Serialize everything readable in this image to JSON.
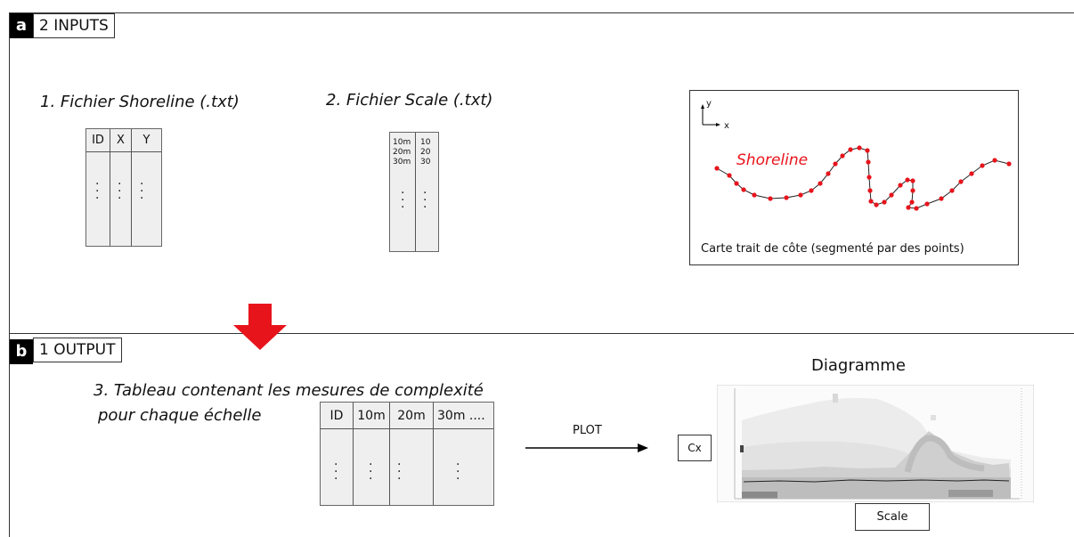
{
  "panel_a": {
    "badge": "a",
    "title": "2 INPUTS",
    "file1_label": "1. Fichier Shoreline (.txt)",
    "file1_headers": [
      "ID",
      "X",
      "Y"
    ],
    "file2_label": "2. Fichier Scale (.txt)",
    "file2_col1": "10m\n20m\n30m",
    "file2_col2": "10\n20\n30",
    "map_y_label": "y",
    "map_x_label": "x",
    "map_shoreline_label": "Shoreline",
    "map_caption": "Carte trait de côte (segmenté par des points)"
  },
  "panel_b": {
    "badge": "b",
    "title": "1 OUTPUT",
    "table_label_line1": "3. Tableau contenant les mesures de complexité",
    "table_label_line2": "pour chaque échelle",
    "table_headers": [
      "ID",
      "10m",
      "20m",
      "30m ...."
    ],
    "plot_label": "PLOT",
    "diagram_title": "Diagramme",
    "cx_label": "Cx",
    "scale_label": "Scale"
  },
  "colors": {
    "shoreline": "#e8141c",
    "arrow": "#e8141c",
    "heatmap_light": "#e9e9e9",
    "heatmap_mid": "#bdbdbd",
    "heatmap_dark": "#8a8a8a"
  },
  "icons": [
    "down-arrow-icon",
    "right-arrow-icon",
    "axes-icon"
  ]
}
